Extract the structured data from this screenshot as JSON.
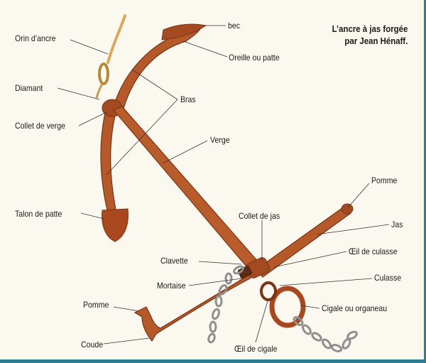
{
  "title": {
    "line1": "L’ancre à jas forgée",
    "line2": "par Jean Hénaff."
  },
  "labels": {
    "orin": "Orin d’ancre",
    "bec": "bec",
    "oreille": "Oreille ou patte",
    "diamant": "Diamant",
    "bras": "Bras",
    "collet_verge": "Collet de verge",
    "verge": "Verge",
    "talon": "Talon de patte",
    "pomme_right": "Pomme",
    "collet_jas": "Collet de jas",
    "jas": "Jas",
    "clavette": "Clavette",
    "oeil_culasse": "Œil de culasse",
    "mortaise": "Mortaise",
    "culasse": "Culasse",
    "pomme_left": "Pomme",
    "cigale": "Cigale ou organeau",
    "coude": "Coude",
    "oeil_cigale": "Œil de cigale"
  },
  "colors": {
    "rust": "#b5582a",
    "rust_dark": "#7a3313",
    "rope": "#d9a85a",
    "chain": "#8f8f8f",
    "frame": "#2c7f8f"
  }
}
